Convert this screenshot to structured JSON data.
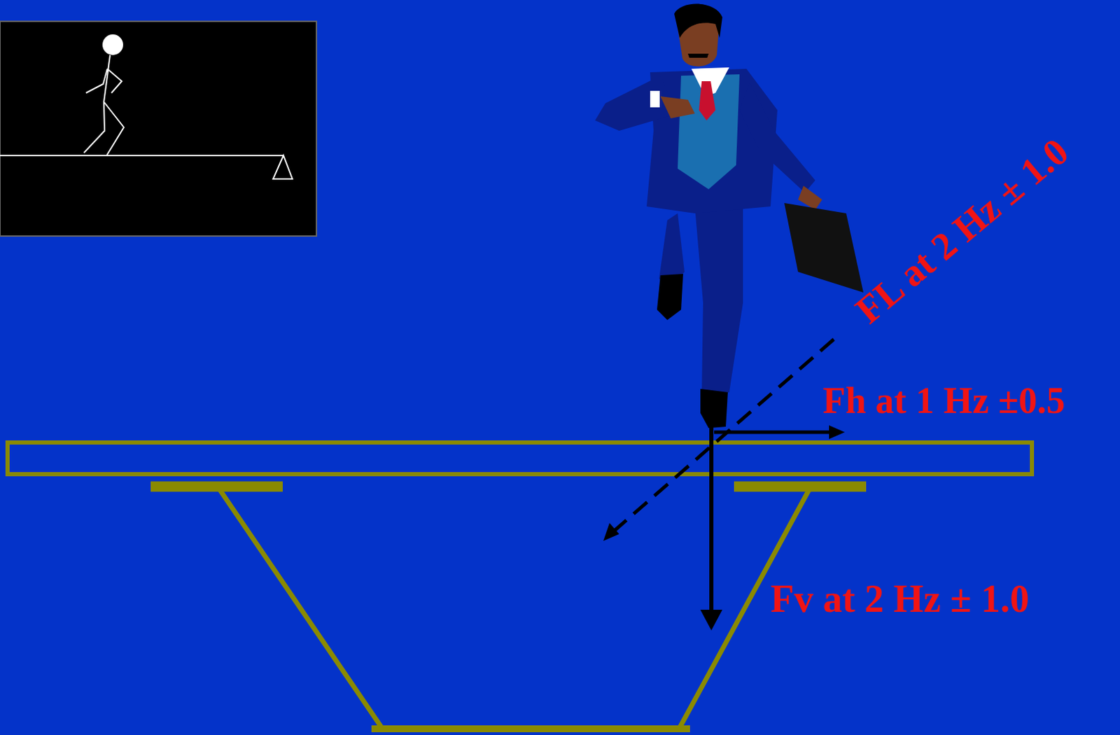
{
  "diagram": {
    "labels": [
      "FL at 2 Hz ± 1.0",
      "Fh at 1 Hz ±0.5",
      "Fv at 2 Hz ± 1.0"
    ]
  }
}
